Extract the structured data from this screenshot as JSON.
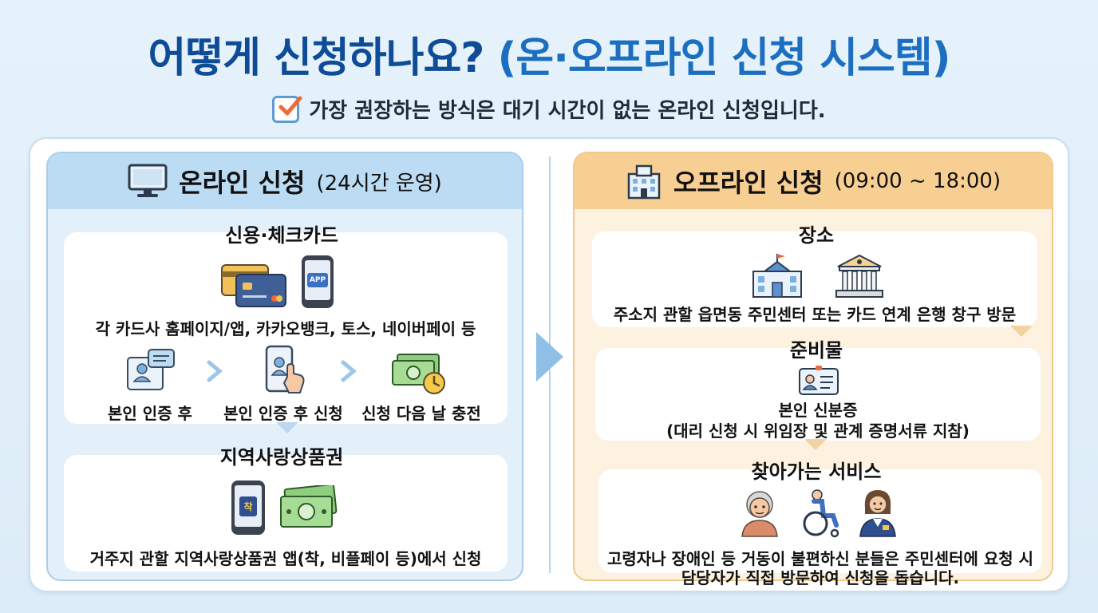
{
  "header": {
    "title_main": "어떻게 신청하나요?",
    "title_paren": "(온·오프라인 신청 시스템)",
    "subtitle": "가장 권장하는 방식은 대기 시간이 없는 온라인 신청입니다."
  },
  "online": {
    "title": "온라인 신청",
    "hours": "(24시간 운영)",
    "card_section": {
      "label": "신용·체크카드",
      "app_badge": "APP",
      "channels": "각 카드사 홈페이지/앱, 카카오뱅크, 토스, 네이버페이 등",
      "steps": [
        "본인 인증 후",
        "본인 인증 후 신청",
        "신청 다음 날 충전"
      ]
    },
    "local_section": {
      "label": "지역사랑상품권",
      "app_badge": "착",
      "channels": "거주지 관할 지역사랑상품권 앱(착, 비플페이 등)에서 신청"
    }
  },
  "offline": {
    "title": "오프라인 신청",
    "hours": "(09:00 ~ 18:00)",
    "place": {
      "label": "장소",
      "text": "주소지 관할 읍면동 주민센터 또는 카드 연계 은행 창구 방문"
    },
    "items": {
      "label": "준비물",
      "line1": "본인 신분증",
      "line2": "(대리 신청 시 위임장 및 관계 증명서류 지참)"
    },
    "visit": {
      "label": "찾아가는 서비스",
      "line1": "고령자나 장애인 등 거동이 불편하신 분들은 주민센터에 요청 시",
      "line2": "담당자가 직접 방문하여 신청을 돕습니다."
    }
  },
  "colors": {
    "title_blue": "#0f4c97",
    "online_accent": "#b8d8f1",
    "offline_accent": "#f8cb8a"
  },
  "icons": [
    "check-icon",
    "monitor-icon",
    "building-icon",
    "card-icon",
    "phone-icon",
    "chat-icon",
    "tap-phone-icon",
    "money-clock-icon",
    "money-icon",
    "school-icon",
    "bank-icon",
    "id-card-icon",
    "elderly-icon",
    "wheelchair-icon",
    "staff-icon"
  ]
}
